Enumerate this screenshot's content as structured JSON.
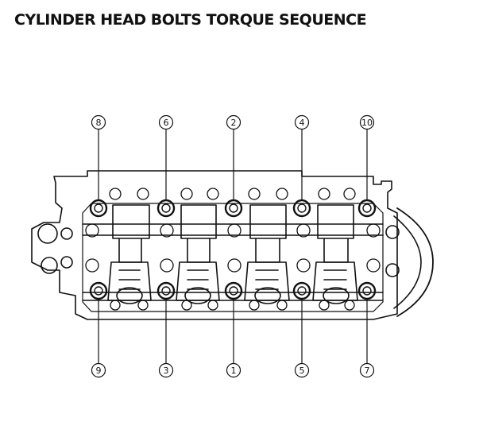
{
  "title": "CYLINDER HEAD BOLTS TORQUE SEQUENCE",
  "bolts": {
    "top": [
      "8",
      "6",
      "2",
      "4",
      "10"
    ],
    "bottom": [
      "9",
      "3",
      "1",
      "5",
      "7"
    ]
  }
}
